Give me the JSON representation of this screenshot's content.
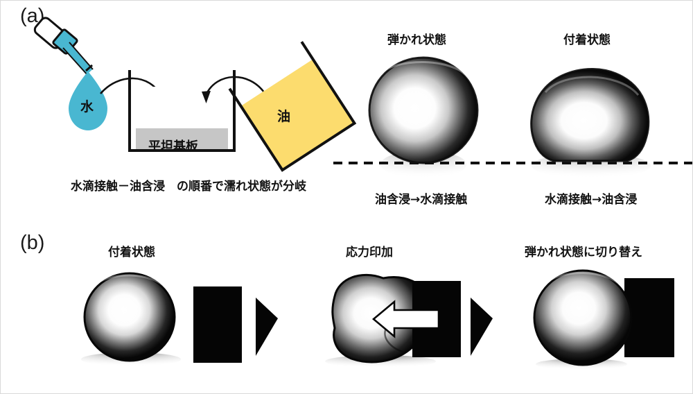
{
  "figure": {
    "panels": [
      {
        "id": "a",
        "label": "(a)",
        "caption": "水滴接触－油含浸　の順番で濡れ状態が分岐",
        "schematic": {
          "pipette_drop_label": "水",
          "substrate_label": "平坦基板",
          "oil_vessel_label": "油",
          "colors": {
            "water": "#49B7D1",
            "oil": "#FCDC6E",
            "substrate": "#C6C6C6",
            "outline": "#111111"
          }
        },
        "droplets": [
          {
            "id": "repelled",
            "state_label": "弾かれ状態",
            "order_label": "油含浸→水滴接触",
            "shape": "spherical"
          },
          {
            "id": "adhered",
            "state_label": "付着状態",
            "order_label": "水滴接触→油含浸",
            "shape": "sessile"
          }
        ]
      },
      {
        "id": "b",
        "label": "(b)",
        "steps": [
          {
            "id": "step1",
            "label": "付着状態"
          },
          {
            "id": "step2",
            "label": "応力印加"
          },
          {
            "id": "step3",
            "label": "弾かれ状態に切り替え"
          }
        ]
      }
    ]
  }
}
